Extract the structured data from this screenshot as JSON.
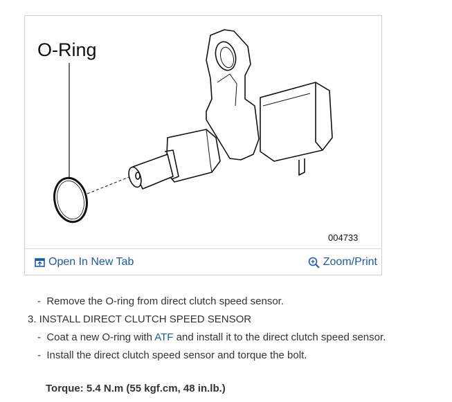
{
  "figure": {
    "callout_label": "O-Ring",
    "figure_number": "004733",
    "open_tab_label": "Open In New Tab",
    "zoom_label": "Zoom/Print"
  },
  "instructions": {
    "step_remove": "Remove the O-ring from direct clutch speed sensor.",
    "step3_heading": "3. INSTALL DIRECT CLUTCH SPEED SENSOR",
    "coat_pre": "Coat a new O-ring with ",
    "coat_link": "ATF",
    "coat_post": " and install it to the direct clutch speed sensor.",
    "install_bolt": "Install the direct clutch speed sensor and torque the bolt.",
    "torque": "Torque: 5.4 N.m (55 kgf.cm, 48 in.lb.)",
    "bullet": "-"
  },
  "colors": {
    "link": "#1a5aa8",
    "text": "#333333",
    "border": "#cfcfcf"
  }
}
